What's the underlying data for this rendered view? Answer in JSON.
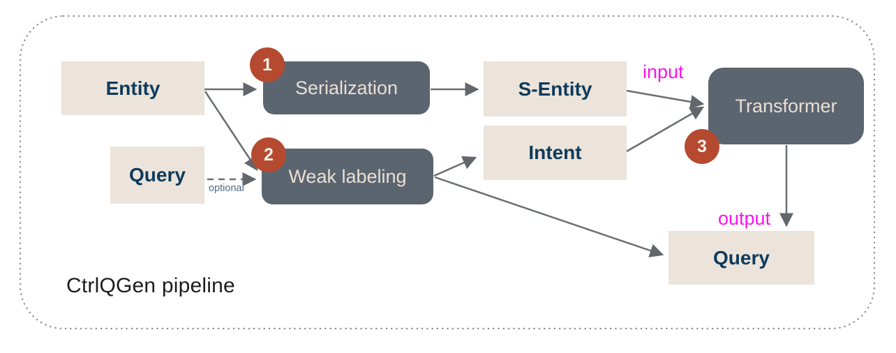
{
  "title": "CtrlQGen pipeline",
  "nodes": {
    "entity": {
      "label": "Entity"
    },
    "query_input": {
      "label": "Query"
    },
    "serialization": {
      "label": "Serialization",
      "step": "1"
    },
    "weak_labeling": {
      "label": "Weak labeling",
      "step": "2"
    },
    "s_entity": {
      "label": "S-Entity"
    },
    "intent": {
      "label": "Intent"
    },
    "transformer": {
      "label": "Transformer",
      "step": "3"
    },
    "query_output": {
      "label": "Query"
    }
  },
  "annotations": {
    "input": "input",
    "output": "output",
    "optional": "optional"
  },
  "colors": {
    "light_node_bg": "#ECE4DA",
    "light_node_text": "#0E3A5C",
    "dark_node_bg": "#5B6570",
    "dark_node_text": "#EADFD3",
    "step_badge_bg": "#B54A30",
    "io_label": "#FA12F0",
    "optional_label": "#4A6C85",
    "arrow": "#6A6E71",
    "border_dots": "#8A8A8A"
  }
}
